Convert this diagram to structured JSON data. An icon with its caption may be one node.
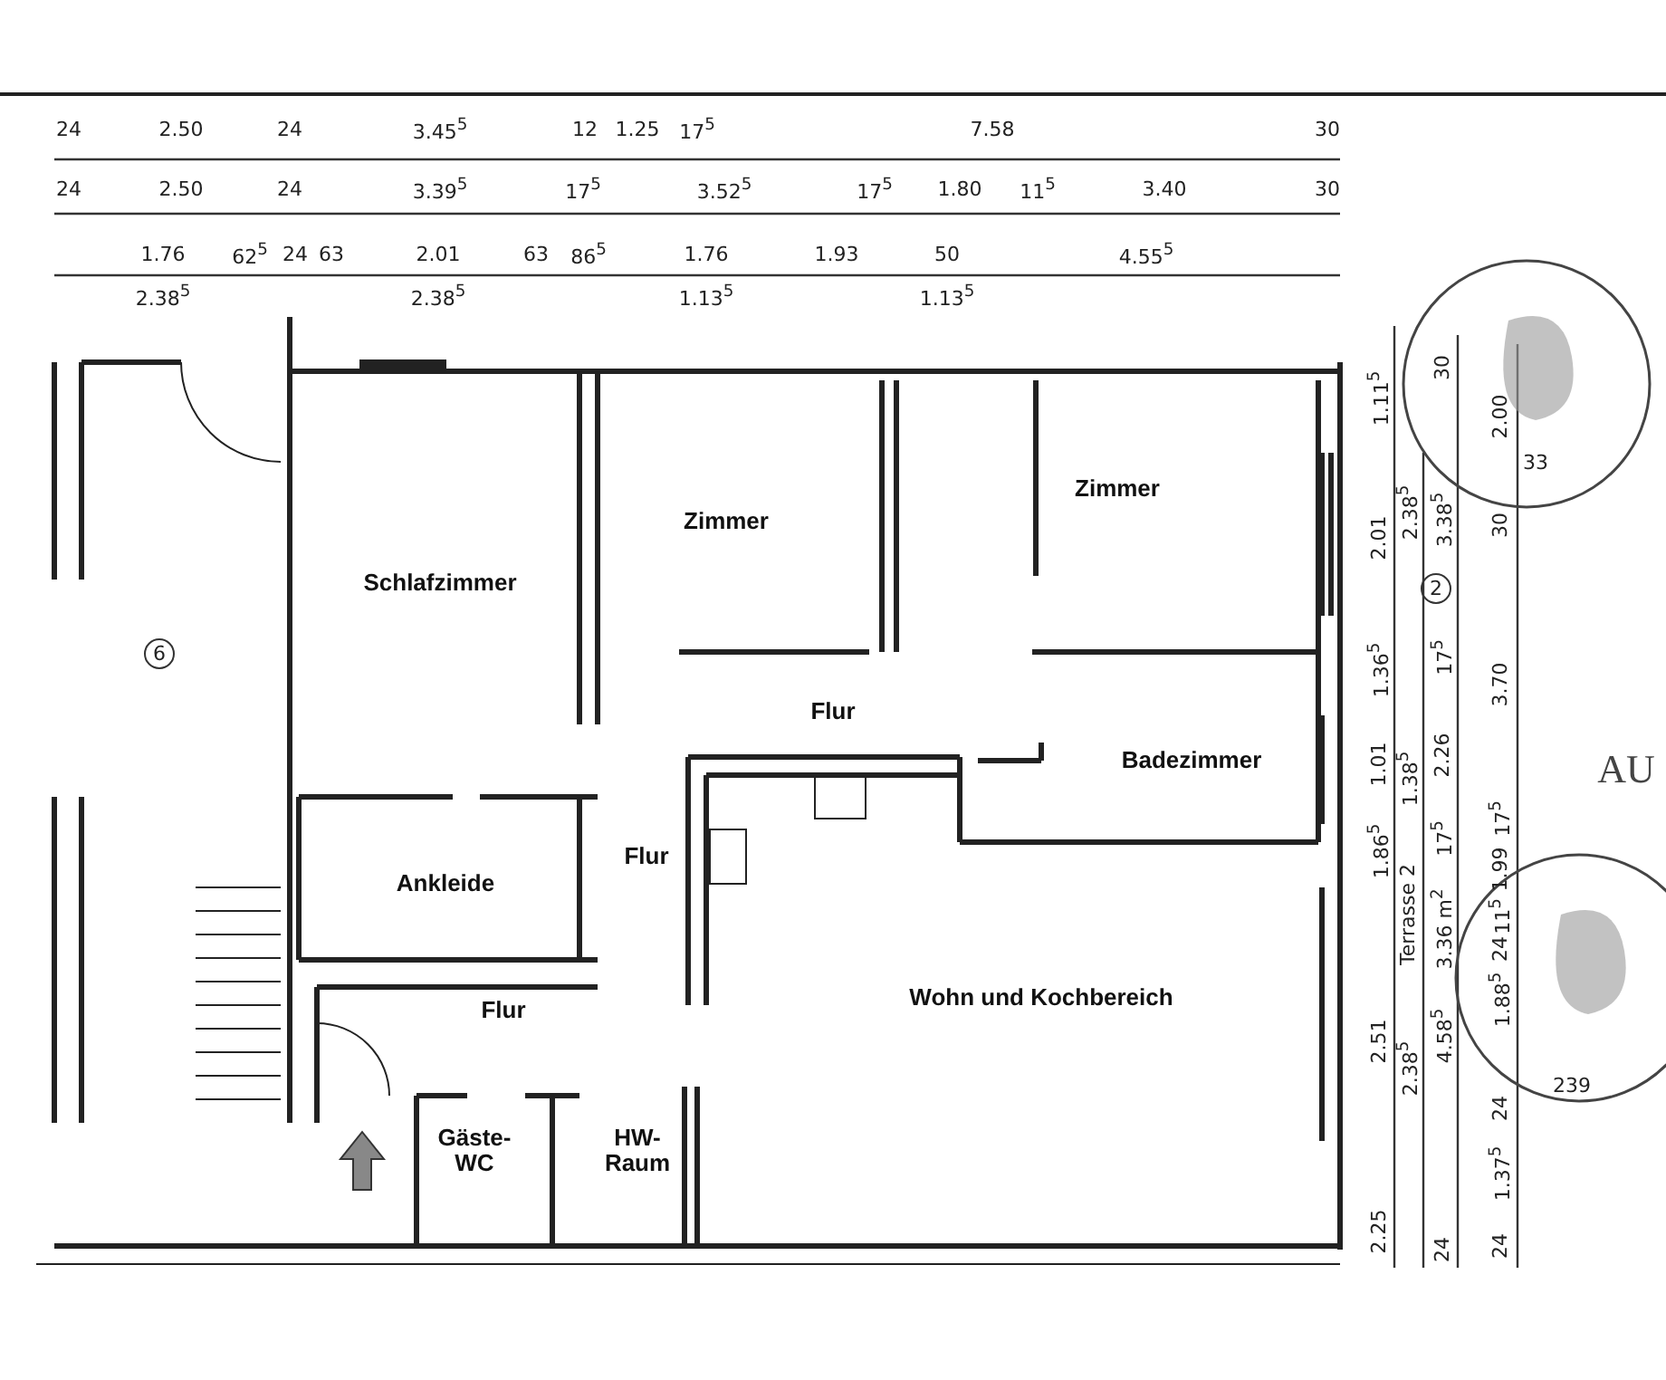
{
  "diagram": {
    "labels": [
      "24",
      "2.50",
      "24",
      "3.45$^{5}$",
      "12",
      "1.25",
      "17$^{5}$",
      "7.58",
      "30",
      "24",
      "2.50",
      "24",
      "3.39$^{5}$",
      "17$^{5}$",
      "3.52$^{5}$",
      "17$^{5}$",
      "1.80",
      "11$^{5}$",
      "3.40",
      "30",
      "1.76",
      "62$^{5}$",
      "24",
      "63",
      "2.01",
      "63",
      "86$^{5}$",
      "1.76",
      "1.93",
      "50",
      "4.55$^{5}$",
      "2.38$^{5}$",
      "2.38$^{5}$",
      "1.13$^{5}$",
      "1.13$^{5}$",
      "Schlafzimmer",
      "Zimmer",
      "Zimmer",
      "6",
      "Flur",
      "Badezimmer",
      "Ankleide",
      "Flur",
      "Flur",
      "Wohn und Kochbereich",
      "Gäste-WC",
      "HW-Raum",
      "1.11$^{5}$",
      "2.01",
      "1.36$^{5}$",
      "1.01",
      "1.86$^{5}$",
      "2.51",
      "2.25",
      "2.38$^{5}$",
      "1.38$^{5}$",
      "Terrasse 2",
      "2.38$^{5}$",
      "30",
      "3.38$^{5}$",
      "17$^{5}$",
      "2.26",
      "17$^{5}$",
      "3.36 m$^{2}$",
      "4.58$^{5}$",
      "24",
      "2.00",
      "30",
      "3.70",
      "17$^{5}$",
      "1.99",
      "11$^{5}$",
      "24",
      "1.88$^{5}$",
      "24",
      "1.37$^{5}$",
      "24",
      "2",
      "33",
      "239",
      "AU"
    ]
  }
}
